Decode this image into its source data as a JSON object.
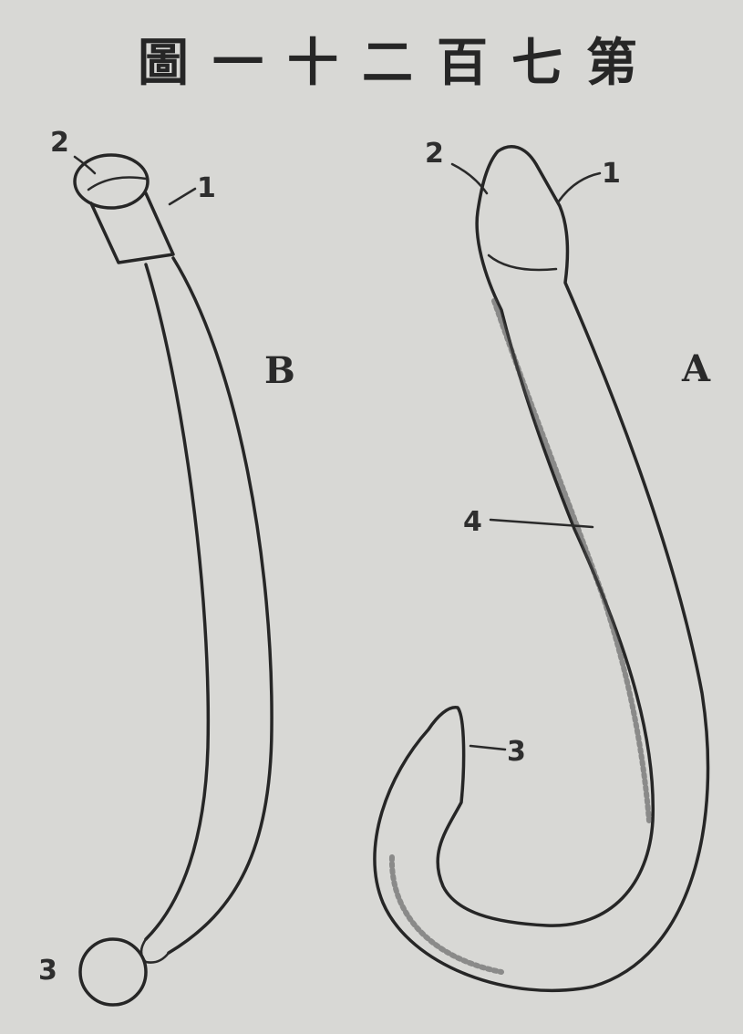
{
  "title": "第七百二十一圖",
  "panels": {
    "b": {
      "label": "B",
      "callouts": {
        "c1": "1",
        "c2": "2",
        "c3": "3"
      }
    },
    "a": {
      "label": "A",
      "callouts": {
        "c1": "1",
        "c2": "2",
        "c3": "3",
        "c4": "4"
      }
    }
  }
}
